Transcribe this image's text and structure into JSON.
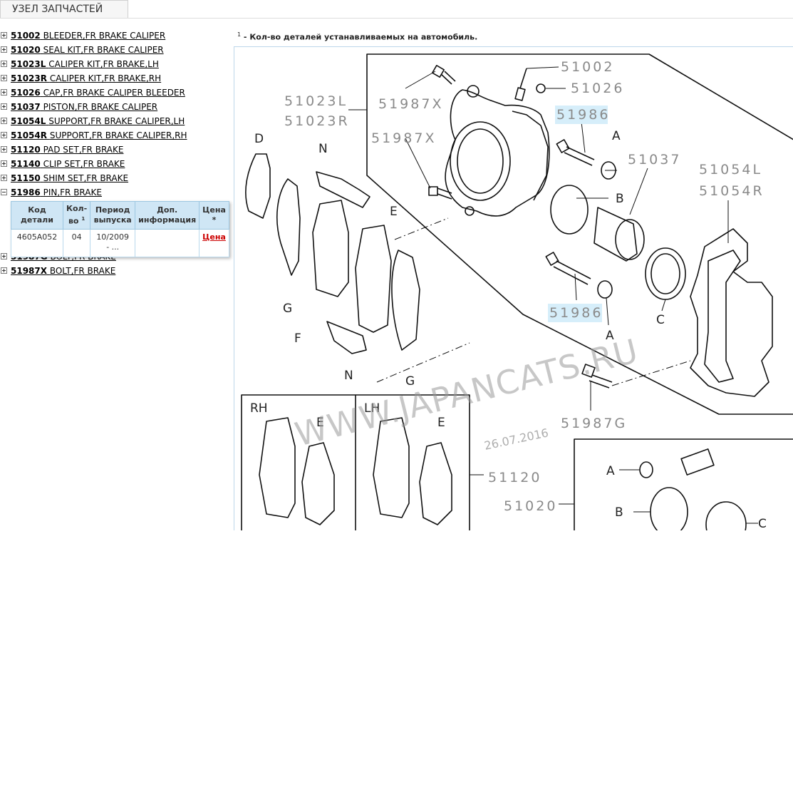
{
  "tab": {
    "label": "УЗЕЛ ЗАПЧАСТЕЙ"
  },
  "tree": [
    {
      "code": "51002",
      "name": "BLEEDER,FR BRAKE CALIPER"
    },
    {
      "code": "51020",
      "name": "SEAL KIT,FR BRAKE CALIPER"
    },
    {
      "code": "51023L",
      "name": "CALIPER KIT,FR BRAKE,LH"
    },
    {
      "code": "51023R",
      "name": "CALIPER KIT,FR BRAKE,RH"
    },
    {
      "code": "51026",
      "name": "CAP,FR BRAKE CALIPER BLEEDER"
    },
    {
      "code": "51037",
      "name": "PISTON,FR BRAKE CALIPER"
    },
    {
      "code": "51054L",
      "name": "SUPPORT,FR BRAKE CALIPER,LH"
    },
    {
      "code": "51054R",
      "name": "SUPPORT,FR BRAKE CALIPER,RH"
    },
    {
      "code": "51120",
      "name": "PAD SET,FR BRAKE"
    },
    {
      "code": "51140",
      "name": "CLIP SET,FR BRAKE"
    },
    {
      "code": "51150",
      "name": "SHIM SET,FR BRAKE"
    },
    {
      "code": "51986",
      "name": "PIN,FR BRAKE"
    },
    {
      "code": "51987G",
      "name": "BOLT,FR BRAKE"
    },
    {
      "code": "51987X",
      "name": "BOLT,FR BRAKE"
    }
  ],
  "table": {
    "headers": {
      "code_l1": "Код",
      "code_l2": "детали",
      "qty_l1": "Кол-",
      "qty_l2": "во",
      "qty_sup": "1",
      "period_l1": "Период",
      "period_l2": "выпуска",
      "info_l1": "Доп.",
      "info_l2": "информация",
      "price_l1": "Цена",
      "price_l2": "*"
    },
    "row": {
      "code": "4605A052",
      "qty": "04",
      "period_l1": "10/2009",
      "period_l2": "- ...",
      "info": "",
      "price": "Цена"
    }
  },
  "footnote": {
    "sup": "1",
    "text": " - Кол-во деталей устанавливаемых на автомобиль."
  },
  "diagram": {
    "callouts": {
      "c51002": "51002",
      "c51026": "51026",
      "c51023L": "51023L",
      "c51023R": "51023R",
      "c51987X_a": "51987X",
      "c51987X_b": "51987X",
      "c51986_a": "51986",
      "c51986_b": "51986",
      "c51037": "51037",
      "c51054L": "51054L",
      "c51054R": "51054R",
      "c51987G": "51987G",
      "c51120": "51120",
      "c51020": "51020"
    },
    "letters": {
      "D": "D",
      "N_top": "N",
      "N_bot": "N",
      "E_top": "E",
      "G_left": "G",
      "G_right": "G",
      "F": "F",
      "A_top": "A",
      "A_mid": "A",
      "B_top": "B",
      "C_mid": "C",
      "RH": "RH",
      "LH": "LH",
      "E_rh": "E",
      "E_lh": "E",
      "A_kit": "A",
      "B_kit": "B",
      "C_kit": "C"
    },
    "watermark": "WWW.JAPANCATS.RU",
    "date": "26.07.2016"
  }
}
